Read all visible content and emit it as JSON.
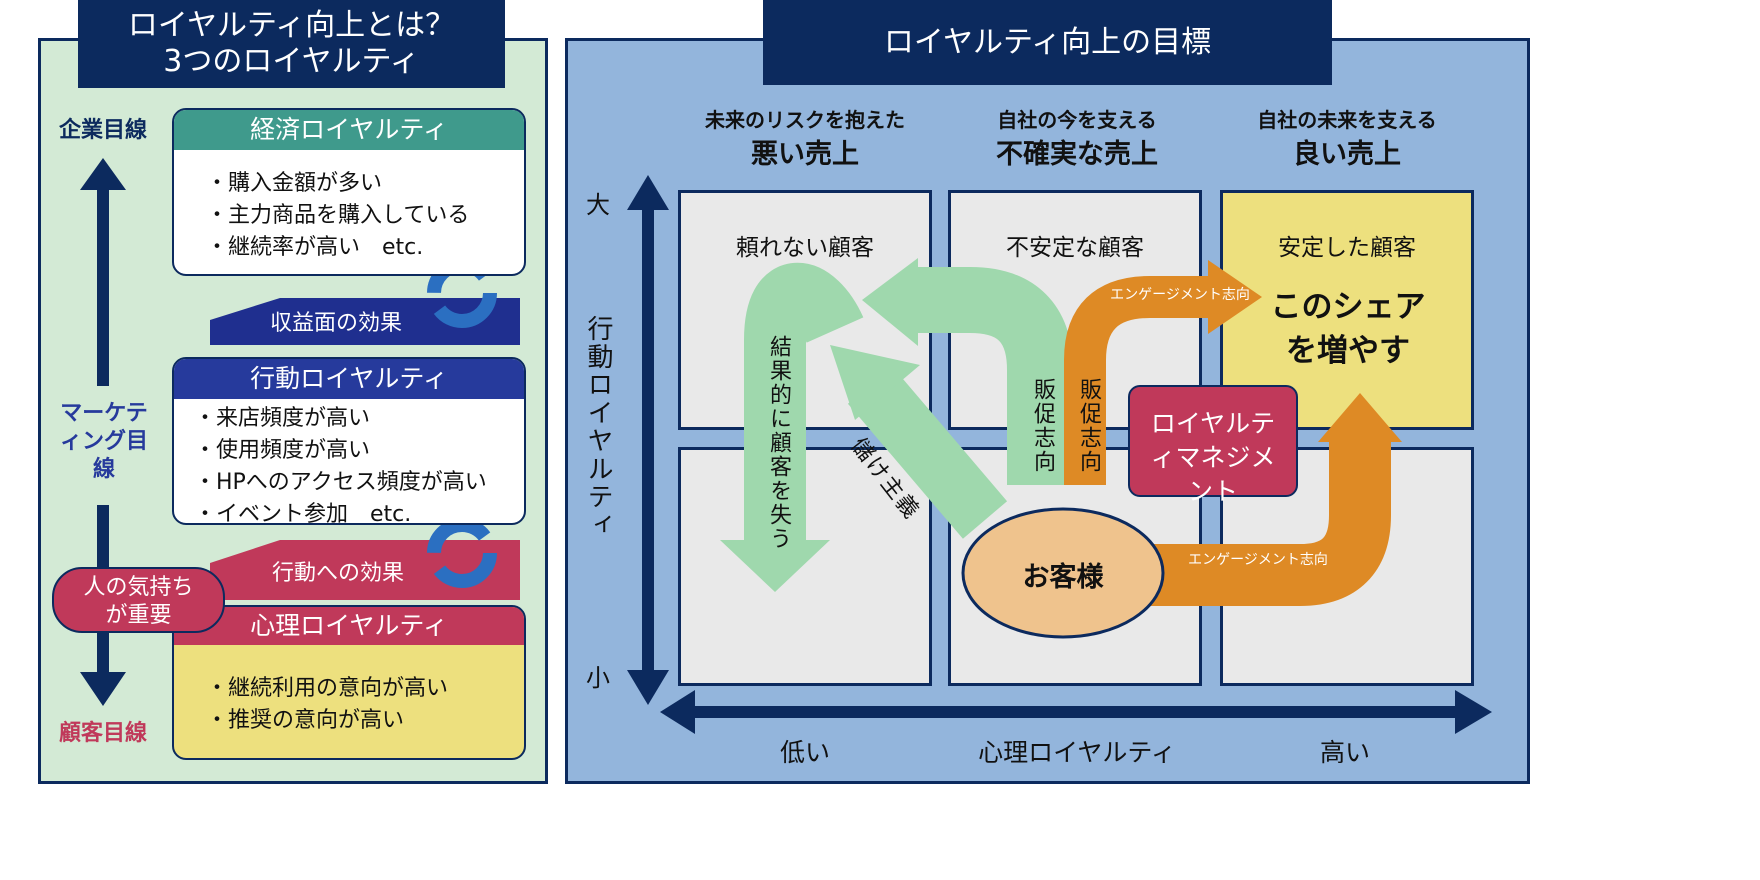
{
  "left": {
    "title_line1": "ロイヤルティ向上とは？",
    "title_line2": "3つのロイヤルティ",
    "top_label": "企業目線",
    "middle_label": "マーケティング目線",
    "bottom_label": "顧客目線",
    "economic": {
      "header": "経済ロイヤルティ",
      "items": [
        "・購入金額が多い",
        "・主力商品を購入している",
        "・継続率が高い　etc."
      ]
    },
    "profit_effect": "収益面の効果",
    "behavioral": {
      "header": "行動ロイヤルティ",
      "items": [
        "・来店頻度が高い",
        "・使用頻度が高い",
        "・HPへのアクセス頻度が高い",
        "・イベント参加　etc."
      ]
    },
    "behavior_effect": "行動への効果",
    "feeling_badge": "人の気持ちが重要",
    "psychological": {
      "header": "心理ロイヤルティ",
      "items": [
        "・継続利用の意向が高い",
        "・推奨の意向が高い"
      ]
    }
  },
  "right": {
    "title": "ロイヤルティ向上の目標",
    "columns": [
      {
        "sub": "未来のリスクを抱えた",
        "main": "悪い売上",
        "cell": "頼れない顧客"
      },
      {
        "sub": "自社の今を支える",
        "main": "不確実な売上",
        "cell": "不安定な顧客"
      },
      {
        "sub": "自社の未来を支える",
        "main": "良い売上",
        "cell": "安定した顧客"
      }
    ],
    "goal_text": "このシェアを増やす",
    "y_axis": {
      "label": "行動ロイヤルティ",
      "high": "大",
      "low": "小"
    },
    "x_axis": {
      "label": "心理ロイヤルティ",
      "low": "低い",
      "high": "高い"
    },
    "customer": "お客様",
    "loyalty_mgmt": "ロイヤルティマネジメント",
    "arrows": {
      "lose": "結果的に顧客を失う",
      "profit": "儲け主義",
      "promo_green": "販促志向",
      "promo_orange": "販促志向",
      "engage_top": "エンゲージメント志向",
      "engage_bottom": "エンゲージメント志向"
    }
  },
  "colors": {
    "navy": "#0c2a5e",
    "green_arrow": "#9fd8ad",
    "orange": "#de8a25",
    "red": "#c0395a",
    "yellow": "#ede07e",
    "teal": "#3f9a8c",
    "blue_header": "#263a9c"
  }
}
